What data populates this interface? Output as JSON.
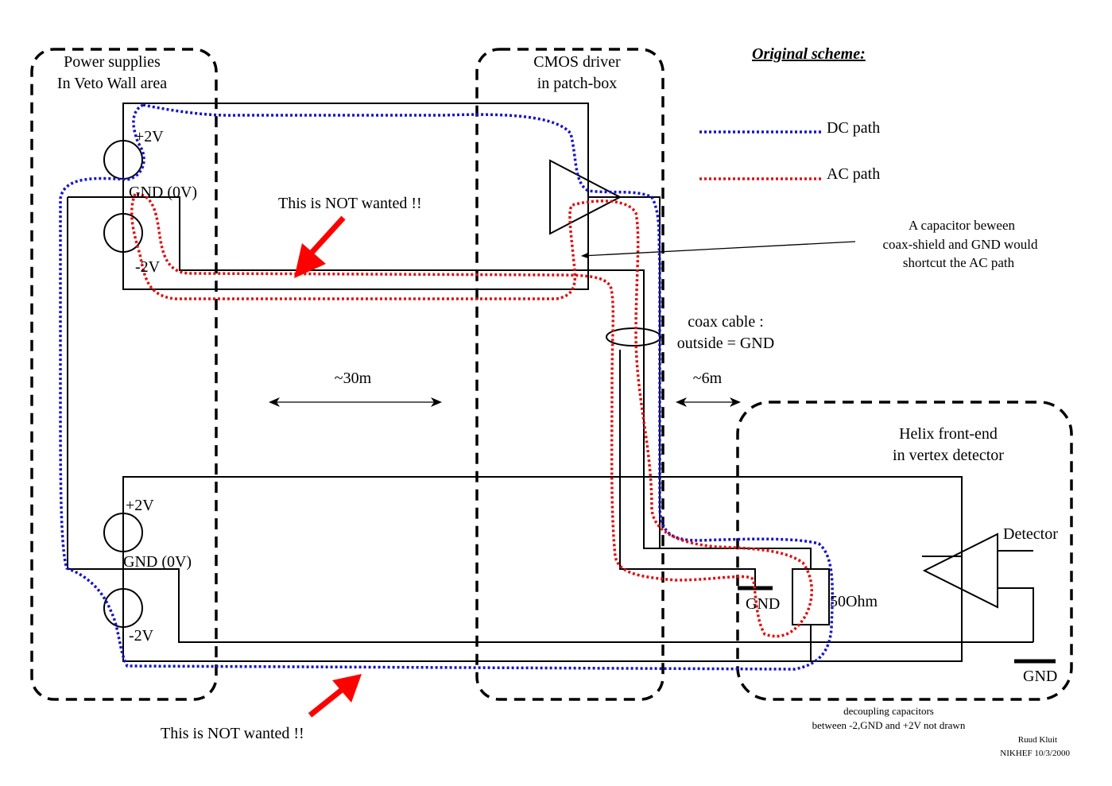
{
  "title": "Original scheme:",
  "legend": {
    "dc": "DC path",
    "ac": "AC path",
    "dc_color": "#1515c8",
    "ac_color": "#e01010"
  },
  "regions": {
    "power_line1": "Power supplies",
    "power_line2": "In Veto Wall area",
    "cmos_line1": "CMOS driver",
    "cmos_line2": "in patch-box",
    "helix_line1": "Helix front-end",
    "helix_line2": "in vertex detector"
  },
  "supply_top": {
    "plus": "+2V",
    "gnd": "GND (0V)",
    "minus": "-2V"
  },
  "supply_bottom": {
    "plus": "+2V",
    "gnd": "GND (0V)",
    "minus": "-2V"
  },
  "annotations": {
    "not_wanted_top": "This is NOT wanted !!",
    "not_wanted_bottom": "This is NOT wanted !!",
    "capacitor_line1": "A capacitor beween",
    "capacitor_line2": "coax-shield and GND would",
    "capacitor_line3": "shortcut the AC path",
    "coax_line1": "coax cable :",
    "coax_line2": "outside = GND",
    "dist_30": "~30m",
    "dist_6": "~6m",
    "detector": "Detector",
    "resistor": "50Ohm",
    "gnd_left": "GND",
    "gnd_right": "GND",
    "decoupling_line1": "decoupling capacitors",
    "decoupling_line2": "between -2,GND and +2V not drawn",
    "author": "Ruud Kluit",
    "date": "NIKHEF 10/3/2000"
  },
  "icons": [
    "ac-source-icon",
    "amplifier-triangle-icon",
    "ground-symbol-icon",
    "resistor-icon",
    "arrow-icon"
  ]
}
